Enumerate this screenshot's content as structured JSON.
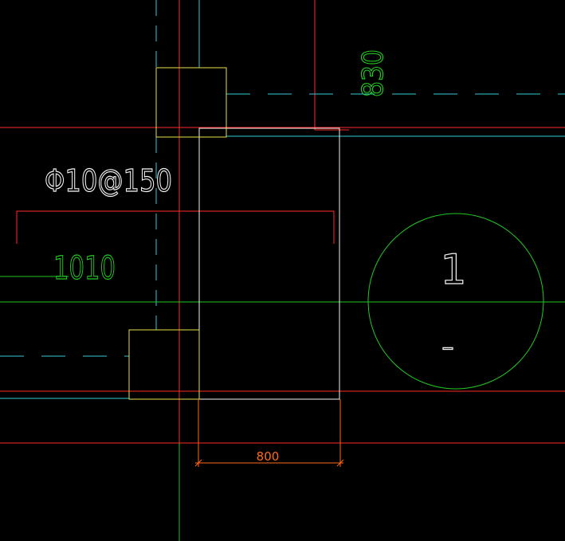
{
  "drawing": {
    "rebar_spec": "Φ10@150",
    "dim_horizontal": "1010",
    "dim_vertical": "830",
    "dim_width": "800",
    "section_number_top": "1",
    "section_number_bottom": "–"
  },
  "colors": {
    "background": "#000000",
    "red": "#ff2a2a",
    "cyan": "#33c8d8",
    "yellow": "#e8e04a",
    "white": "#f2f2f2",
    "green": "#22c822",
    "dim_orange": "#ff6a1a"
  }
}
